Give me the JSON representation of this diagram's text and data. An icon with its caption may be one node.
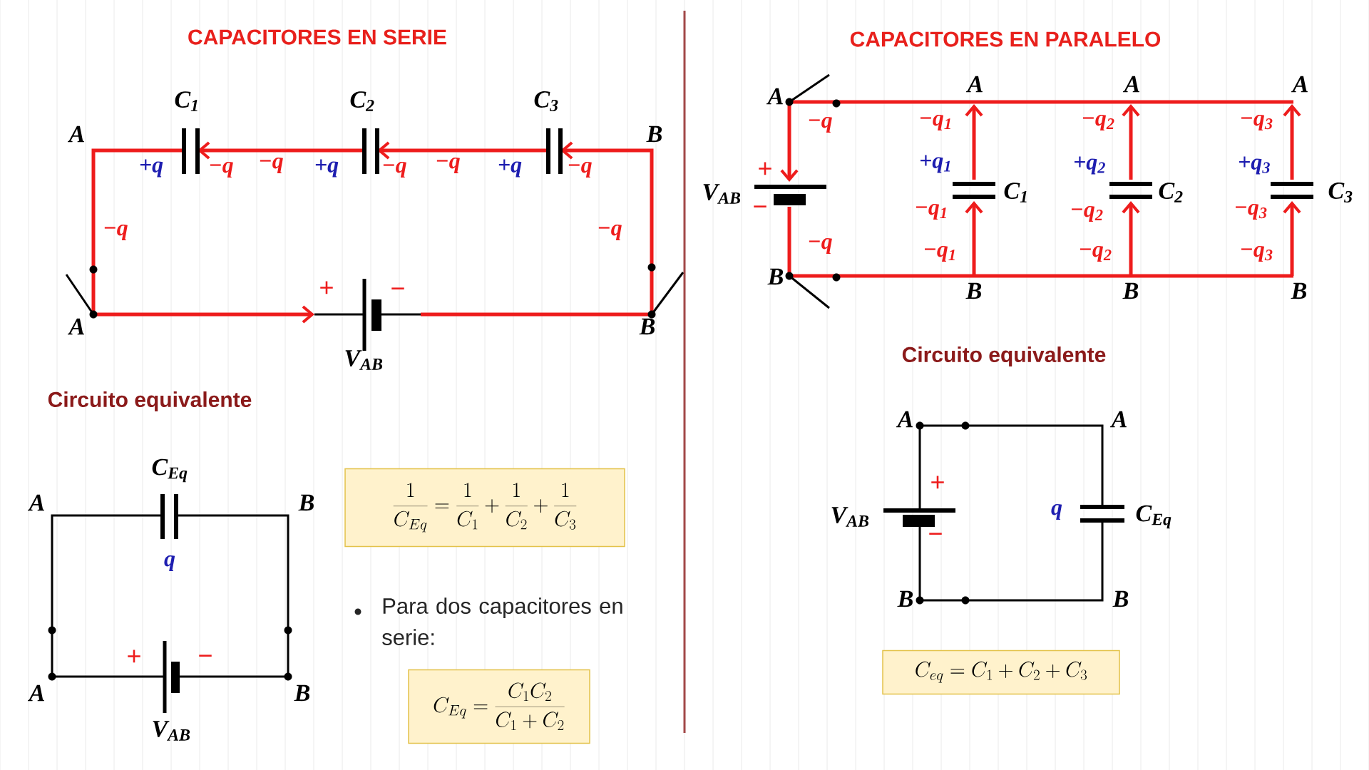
{
  "diagram": {
    "nodes": [
      {
        "text": [
          "\\frac{1}{C_{Eq}}=\\frac{1}{C_{1}}+\\frac{1}{C_{2}}+\\frac{1}{C_{3}}"
        ]
      },
      {
        "text": [
          "C_{Eq}=\\frac{C_{1}C_{2}}{C_{1}+C_{2}}"
        ]
      },
      {
        "text": [
          "C_{eq}=C_{1}+C_{2}+C_{3}"
        ]
      }
    ],
    "labels": [
      "CAPACITORES EN SERIE",
      "C$_{1}$",
      "C$_{2}$",
      "C$_{3}$",
      "A",
      "B",
      "+q",
      "−q",
      "−q",
      "+q",
      "−q",
      "−q",
      "+q",
      "−q",
      "−q",
      "−q",
      "+",
      "−",
      "A",
      "B",
      "V$_{AB}$",
      "Circuito equivalente",
      "C$_{Eq}$",
      "A",
      "B",
      "q",
      "+",
      "−",
      "A",
      "B",
      "V$_{AB}$",
      "Para dos capacitores en serie:",
      "CAPACITORES EN PARALELO",
      "A",
      "A",
      "A",
      "A",
      "−q",
      "−q$_{1}$",
      "−q$_{2}$",
      "−q$_{3}$",
      "+",
      "+q$_{1}$",
      "+q$_{2}$",
      "+q$_{3}$",
      "V$_{AB}$",
      "C$_{1}$",
      "C$_{2}$",
      "C$_{3}$",
      "−",
      "−q$_{1}$",
      "−q$_{2}$",
      "−q$_{3}$",
      "−q",
      "−q$_{1}$",
      "−q$_{2}$",
      "−q$_{3}$",
      "B",
      "B",
      "B",
      "B",
      "Circuito equivalente",
      "A",
      "A",
      "+",
      "V$_{AB}$",
      "q",
      "C$_{Eq}$",
      "−",
      "B",
      "B"
    ]
  }
}
